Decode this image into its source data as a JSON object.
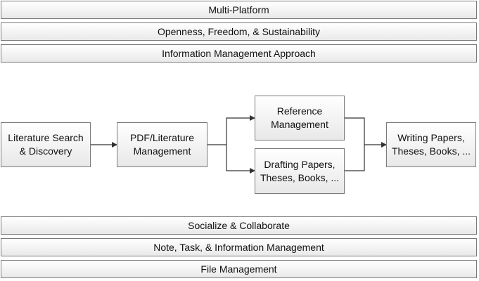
{
  "top_bars": [
    "Multi-Platform",
    "Openness, Freedom, & Sustainability",
    "Information Management Approach"
  ],
  "flow": {
    "literature_search": [
      "Literature Search",
      "& Discovery"
    ],
    "pdf_management": [
      "PDF/Literature",
      "Management"
    ],
    "reference_management": [
      "Reference",
      "Management"
    ],
    "drafting_papers": [
      "Drafting Papers,",
      "Theses, Books, ..."
    ],
    "writing_papers": [
      "Writing Papers,",
      "Theses, Books, ..."
    ]
  },
  "bottom_bars": [
    "Socialize & Collaborate",
    "Note, Task, & Information Management",
    "File Management"
  ],
  "colors": {
    "border": "#7a7a7a",
    "connector": "#333333",
    "fill_top": "#ffffff",
    "fill_bottom": "#e8e8e8"
  }
}
